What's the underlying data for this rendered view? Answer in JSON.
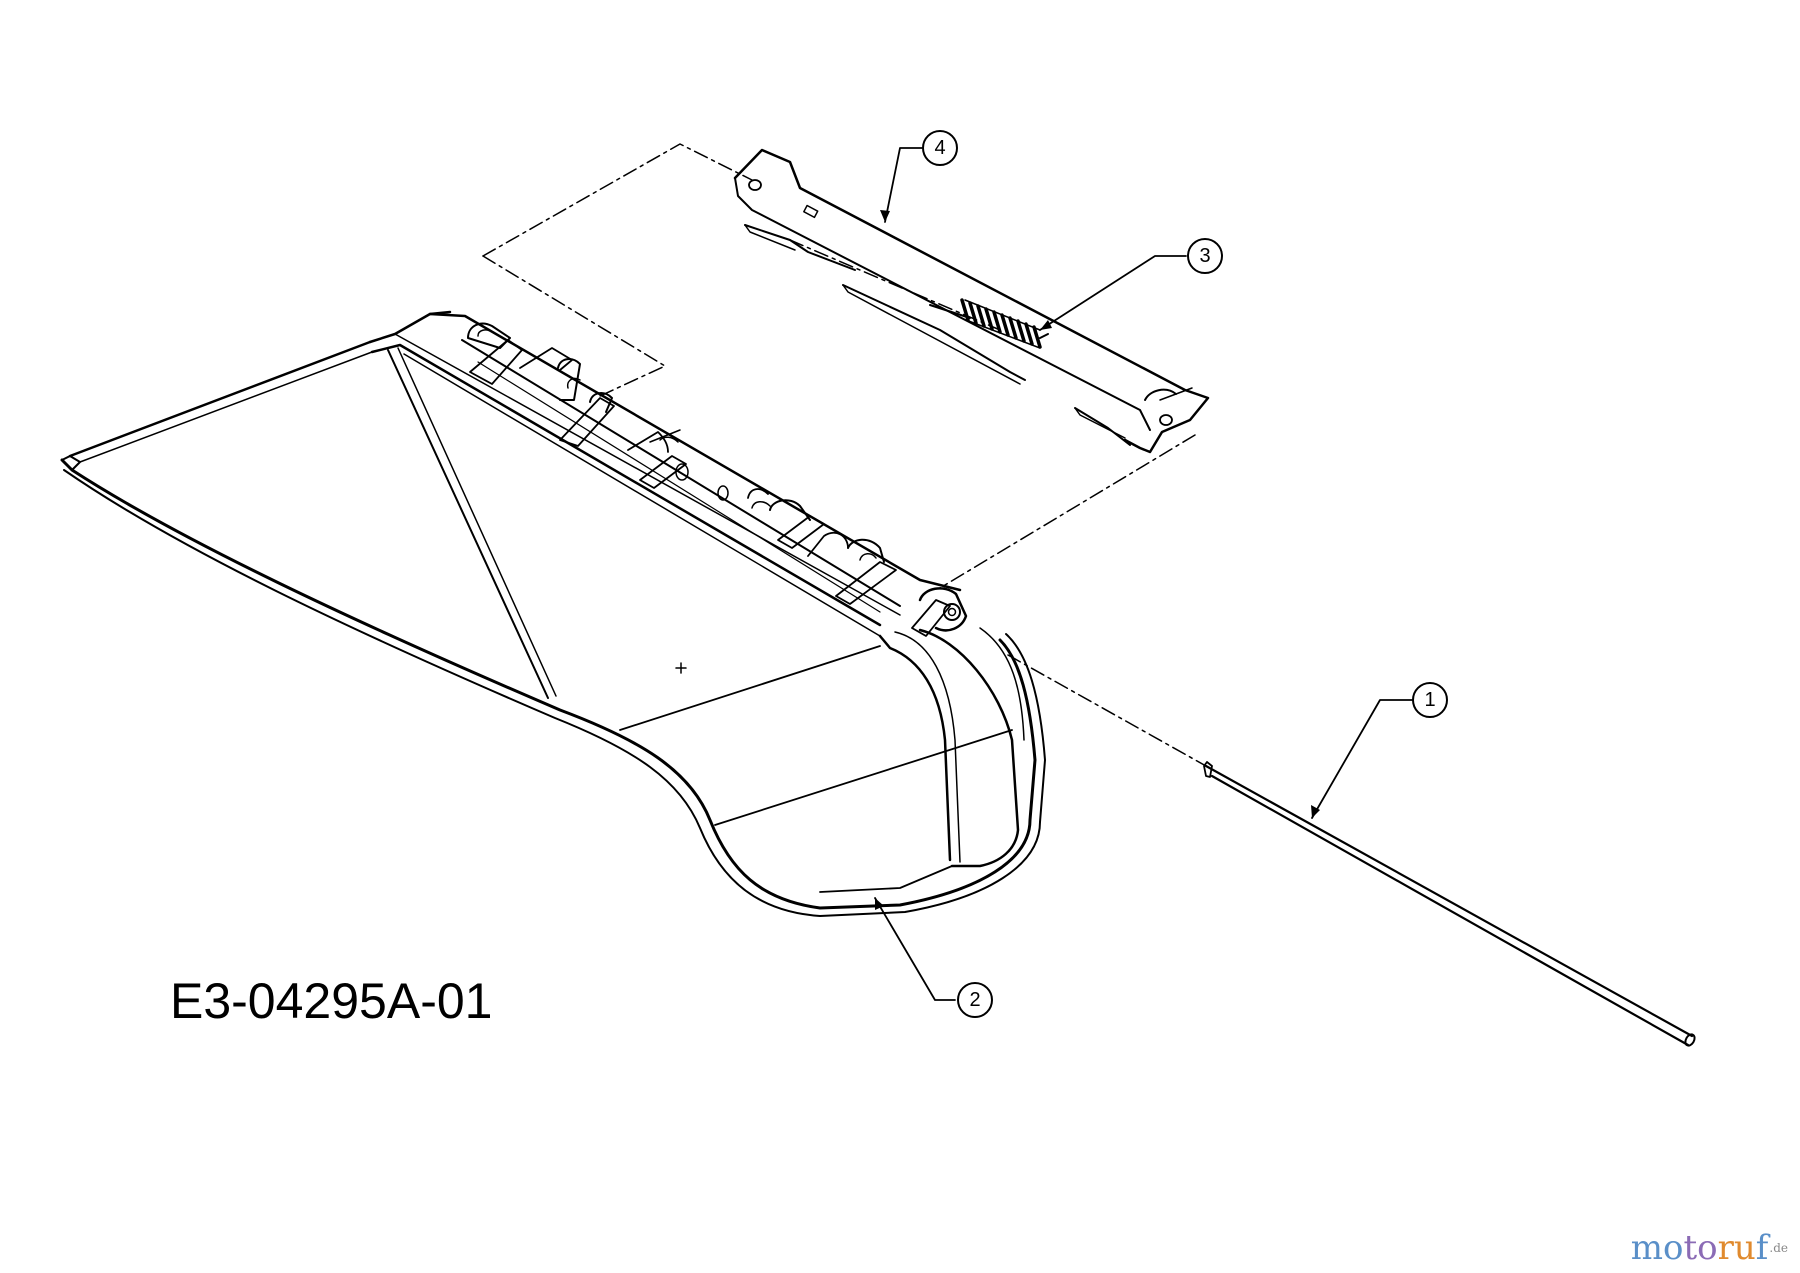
{
  "diagram": {
    "drawing_code": "E3-04295A-01",
    "callouts": [
      {
        "number": "1"
      },
      {
        "number": "2"
      },
      {
        "number": "3"
      },
      {
        "number": "4"
      }
    ],
    "line_color": "#000000",
    "background_color": "#ffffff"
  },
  "watermark": {
    "part1": "mo",
    "part2": "to",
    "part3": "ru",
    "part4": "f",
    "suffix": ".de"
  }
}
